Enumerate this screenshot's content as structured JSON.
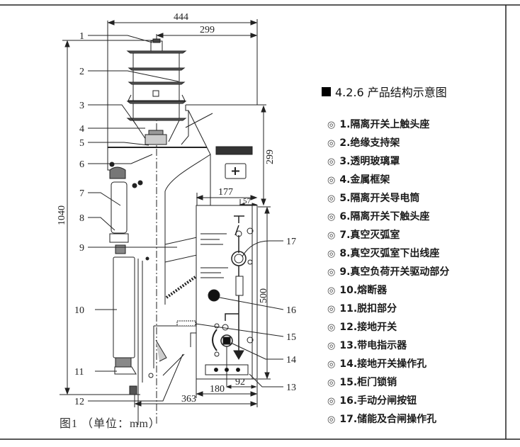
{
  "figure": {
    "dimensions": {
      "overall_width": "444",
      "top_offset": "299",
      "height_total": "1040",
      "panel_height_upper": "299",
      "panel_width": "177",
      "panel_inset": "57",
      "panel_height": "500",
      "bottom_width": "180",
      "bottom_offset": "92",
      "base_depth": "363"
    },
    "callouts": [
      "1",
      "2",
      "3",
      "4",
      "5",
      "6",
      "7",
      "8",
      "9",
      "10",
      "11",
      "12",
      "13",
      "14",
      "15",
      "16",
      "17"
    ],
    "caption": "图1 （单位：mm）"
  },
  "legend": {
    "heading": "4.2.6 产品结构示意图",
    "bullet": "◎",
    "items": [
      "1.隔离开关上触头座",
      "2.绝缘支持架",
      "3.透明玻璃罩",
      "4.金属框架",
      "5.隔离开关导电筒",
      "6.隔离开关下触头座",
      "7.真空灭弧室",
      "8.真空灭弧室下出线座",
      "9.真空负荷开关驱动部分",
      "10.熔断器",
      "11.脱扣部分",
      "12.接地开关",
      "13.带电指示器",
      "14.接地开关操作孔",
      "15.柜门锁销",
      "16.手动分闸按钮",
      "17.储能及合闸操作孔"
    ]
  }
}
